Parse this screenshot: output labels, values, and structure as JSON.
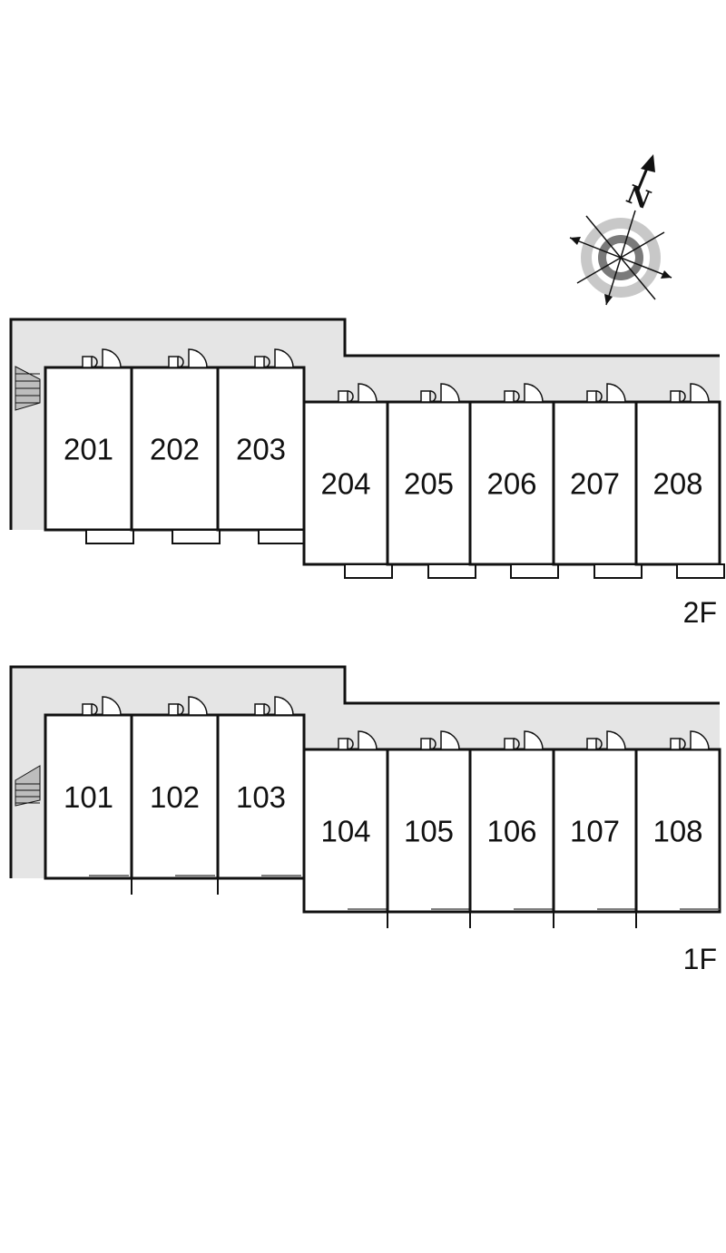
{
  "compass": {
    "north_label": "N",
    "icon": "compass-icon"
  },
  "floors": [
    {
      "label": "2F",
      "units": [
        {
          "number": "201"
        },
        {
          "number": "202"
        },
        {
          "number": "203"
        },
        {
          "number": "204"
        },
        {
          "number": "205"
        },
        {
          "number": "206"
        },
        {
          "number": "207"
        },
        {
          "number": "208"
        }
      ]
    },
    {
      "label": "1F",
      "units": [
        {
          "number": "101"
        },
        {
          "number": "102"
        },
        {
          "number": "103"
        },
        {
          "number": "104"
        },
        {
          "number": "105"
        },
        {
          "number": "106"
        },
        {
          "number": "107"
        },
        {
          "number": "108"
        }
      ]
    }
  ],
  "colors": {
    "walkway": "#e5e5e5",
    "wall": "#111111",
    "background": "#ffffff"
  }
}
